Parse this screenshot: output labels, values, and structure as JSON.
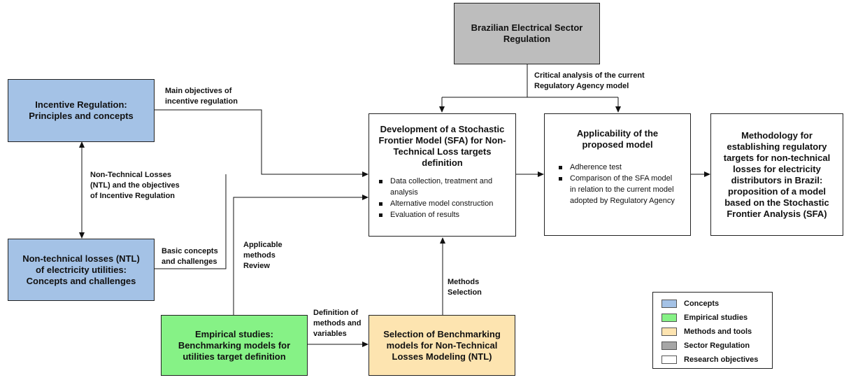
{
  "boxes": {
    "brazilian_regulation": "Brazilian Electrical Sector Regulation",
    "incentive_regulation": "Incentive Regulation: Principles and concepts",
    "ntl_utilities": "Non-technical losses (NTL) of electricity utilities: Concepts and challenges",
    "sfa_development": {
      "title": "Development of a Stochastic Frontier Model (SFA) for Non-Technical Loss targets definition",
      "bullets": [
        "Data collection, treatment and analysis",
        "Alternative model construction",
        "Evaluation of results"
      ]
    },
    "applicability": {
      "title": "Applicability of the proposed model",
      "bullets": [
        "Adherence test",
        "Comparison of the SFA model in relation to the current model adopted by Regulatory Agency"
      ]
    },
    "methodology": "Methodology for establishing regulatory targets for non-technical losses for electricity distributors in Brazil: proposition of a model based on the Stochastic Frontier Analysis (SFA)",
    "empirical_studies": "Empirical studies: Benchmarking models for utilities target definition",
    "benchmarking_selection": "Selection of Benchmarking models for Non-Technical Losses Modeling (NTL)"
  },
  "labels": {
    "critical_analysis": "Critical analysis  of the current\nRegulatory Agency model",
    "main_objectives": "Main objectives of\nincentive regulation",
    "ntl_objectives": "Non-Technical  Losses\n(NTL) and the objectives\nof Incentive Regulation",
    "basic_concepts": "Basic concepts\nand challenges",
    "applicable_methods": "Applicable\nmethods\nReview",
    "definition_methods": "Definition of\nmethods and\nvariables",
    "methods_selection": "Methods\nSelection"
  },
  "legend": [
    {
      "label": "Concepts",
      "color": "#a4c2e6"
    },
    {
      "label": "Empirical  studies",
      "color": "#86f286"
    },
    {
      "label": "Methods and tools",
      "color": "#fde4b0"
    },
    {
      "label": "Sector Regulation",
      "color": "#a6a6a6"
    },
    {
      "label": "Research objectives",
      "color": "#ffffff"
    }
  ]
}
